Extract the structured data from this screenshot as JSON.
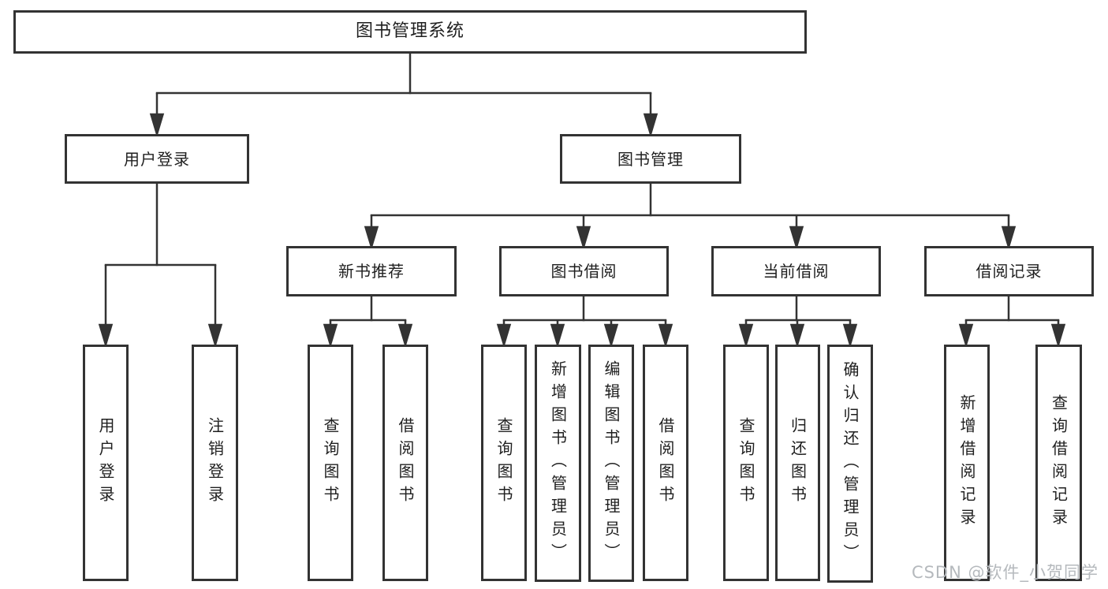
{
  "diagram": {
    "root": {
      "label": "图书管理系统"
    },
    "branches": [
      {
        "label": "用户登录",
        "children": [
          {
            "label": "用户登录"
          },
          {
            "label": "注销登录"
          }
        ]
      },
      {
        "label": "图书管理",
        "children": [
          {
            "label": "新书推荐",
            "children": [
              {
                "label": "查询图书"
              },
              {
                "label": "借阅图书"
              }
            ]
          },
          {
            "label": "图书借阅",
            "children": [
              {
                "label": "查询图书"
              },
              {
                "label": "新增图书（管理员）"
              },
              {
                "label": "编辑图书（管理员）"
              },
              {
                "label": "借阅图书"
              }
            ]
          },
          {
            "label": "当前借阅",
            "children": [
              {
                "label": "查询图书"
              },
              {
                "label": "归还图书"
              },
              {
                "label": "确认归还（管理员）"
              }
            ]
          },
          {
            "label": "借阅记录",
            "children": [
              {
                "label": "新增借阅记录"
              },
              {
                "label": "查询借阅记录"
              }
            ]
          }
        ]
      }
    ]
  },
  "watermark": {
    "text": "CSDN @软件_小贺同学"
  },
  "colors": {
    "line": "#333333",
    "text": "#1f1f1f",
    "watermark": "#b5b9bd",
    "background": "#ffffff"
  }
}
